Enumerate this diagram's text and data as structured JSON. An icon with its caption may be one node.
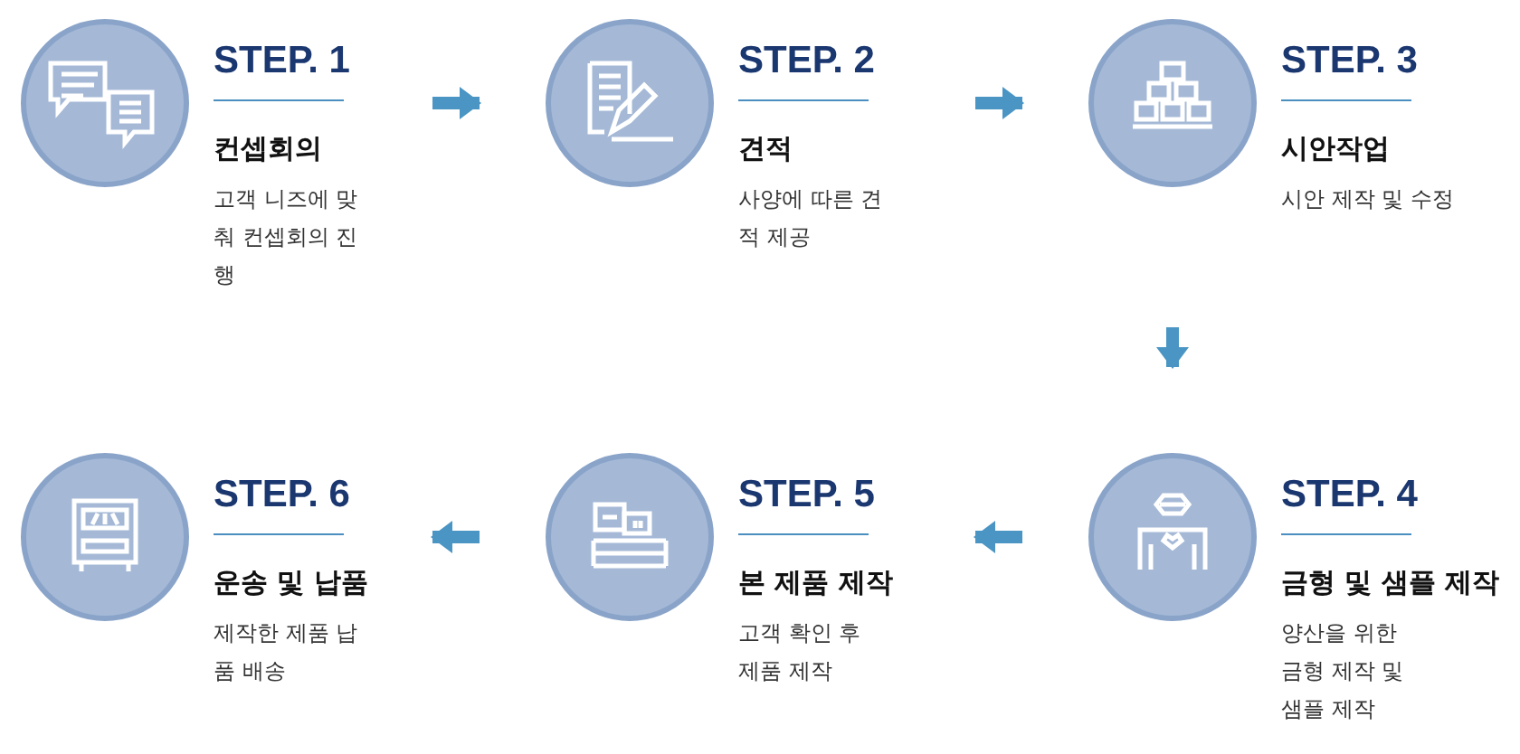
{
  "diagram": {
    "nodes": [
      {
        "text": [
          "STEP. 1",
          "컨셉회의",
          "고객 니즈에 맞춰 컨셉회의 진행"
        ]
      },
      {
        "text": [
          "STEP. 2",
          "견적",
          "사양에 따른 견적 제공"
        ]
      },
      {
        "text": [
          "STEP. 3",
          "시안작업",
          "시안 제작 및 수정"
        ]
      },
      {
        "text": [
          "STEP. 4",
          "금형 및 샘플 제작",
          "양산을 위한 금형 제작 및 샘플 제작"
        ]
      },
      {
        "text": [
          "STEP. 5",
          "본 제품 제작",
          "고객 확인 후 제품 제작"
        ]
      },
      {
        "text": [
          "STEP. 6",
          "운송 및 납품",
          "제작한 제품 납품 배송"
        ]
      }
    ],
    "edges": [
      {
        "from": 0,
        "to": 1,
        "arrow": "to"
      },
      {
        "from": 1,
        "to": 2,
        "arrow": "to"
      },
      {
        "from": 2,
        "to": 3,
        "arrow": "to"
      },
      {
        "from": 3,
        "to": 4,
        "arrow": "to"
      },
      {
        "from": 4,
        "to": 5,
        "arrow": "to"
      }
    ]
  }
}
